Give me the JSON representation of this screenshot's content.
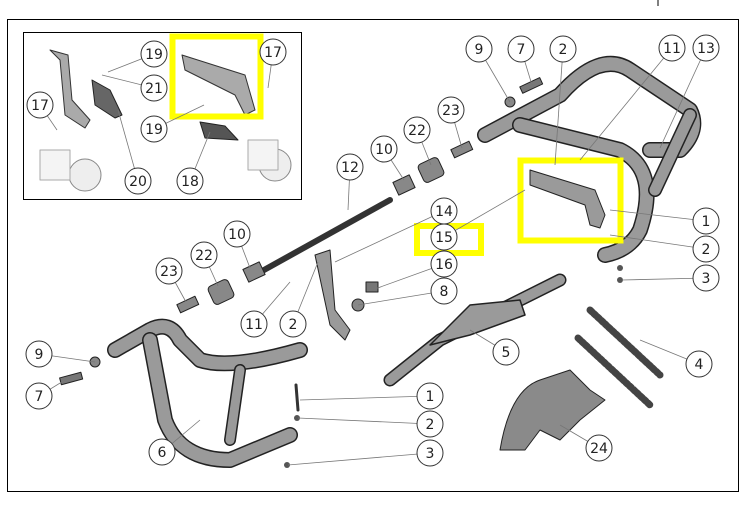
{
  "diagram": {
    "inset_callouts": [
      "19",
      "21",
      "17",
      "17",
      "19",
      "20",
      "18"
    ],
    "main_callouts": [
      "9",
      "7",
      "2",
      "11",
      "13",
      "23",
      "22",
      "10",
      "12",
      "14",
      "15",
      "16",
      "8",
      "1",
      "2",
      "3",
      "10",
      "22",
      "23",
      "11",
      "2",
      "5",
      "4",
      "9",
      "7",
      "1",
      "2",
      "3",
      "6",
      "24"
    ],
    "colors": {
      "highlight": "#ffff00",
      "part": "#9a9a9a",
      "part_dark": "#555555",
      "outline": "#222222"
    }
  }
}
